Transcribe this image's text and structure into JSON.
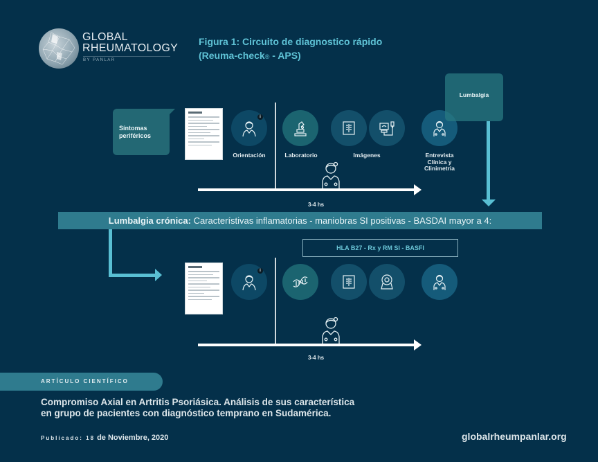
{
  "logo": {
    "line1": "GLOBAL",
    "line2": "RHEUMATOLOGY",
    "sub": "BY PANLAR",
    "icon": "globe-network-icon"
  },
  "figure": {
    "title_line1": "Figura 1:  Circuito de diagnostico rápido",
    "title_line2_pre": "(Reuma-check",
    "title_reg": "®",
    "title_line2_post": " - APS)"
  },
  "top_flow": {
    "callout": "Síntomas periféricos",
    "callout_right": "Lumbalgia",
    "steps": [
      {
        "icon": "patient-icon",
        "label": "Orientación"
      },
      {
        "icon": "microscope-icon",
        "label": "Laboratorio"
      },
      {
        "icon": "xray-icon",
        "label": "Imágenes"
      },
      {
        "icon": "ultrasound-icon",
        "label": ""
      },
      {
        "icon": "doctor-icon",
        "label": "Entrevista Clínica y Clinimetria"
      }
    ],
    "time": "3-4 hs"
  },
  "banner": {
    "bold": "Lumbalgia crónica:",
    "text": " Característivas inflamatorias - maniobras SI positivas - BASDAI mayor a 4:"
  },
  "bottom_flow": {
    "box": "HLA B27 - Rx y RM SI - BASFI",
    "steps": [
      {
        "icon": "patient-icon"
      },
      {
        "icon": "dna-icon"
      },
      {
        "icon": "xray-icon"
      },
      {
        "icon": "mri-scanner-icon"
      },
      {
        "icon": "doctor-icon"
      }
    ],
    "time": "3-4 hs"
  },
  "footer": {
    "category": "ARTÍCULO CIENTÍFICO",
    "article_line1": "Compromiso Axial en Artritis Psoriásica. Análisis de sus característica",
    "article_line2": "en grupo de pacientes con diagnóstico temprano en Sudamérica.",
    "published_label": "Publicado:",
    "published_day": " 18",
    "published_rest": " de Noviembre, 2020",
    "site": "globalrheumpanlar.org"
  },
  "colors": {
    "background": "#04304a",
    "accent": "#59bfd3",
    "title": "#5fc3d6",
    "banner": "#2f7b8e"
  }
}
